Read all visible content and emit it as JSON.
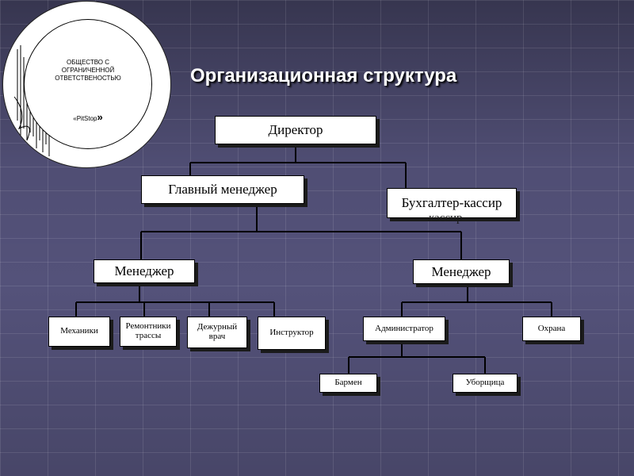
{
  "logo": {
    "line1": "ОБЩЕСТВО С",
    "line2": "ОГРАНИЧЕННОЙ",
    "line3": "ОТВЕТСТВЕНОСТЬЮ",
    "brand": "PitStop",
    "quote_open": "«",
    "quote_close": "»"
  },
  "title": "Организационная структура",
  "org": {
    "director": "Директор",
    "chief_manager": "Главный менеджер",
    "accountant": "Бухгалтер-кассир",
    "accountant_overlap": "кассир",
    "manager_left": "Менеджер",
    "manager_right": "Менеджер",
    "mechanics": "Механики",
    "repair_line1": "Ремонтники",
    "repair_line2": "трассы",
    "doctor_line1": "Дежурный",
    "doctor_line2": "врач",
    "instructor": "Инструктор",
    "administrator": "Администратор",
    "security": "Охрана",
    "barman": "Бармен",
    "cleaner": "Уборщица"
  }
}
